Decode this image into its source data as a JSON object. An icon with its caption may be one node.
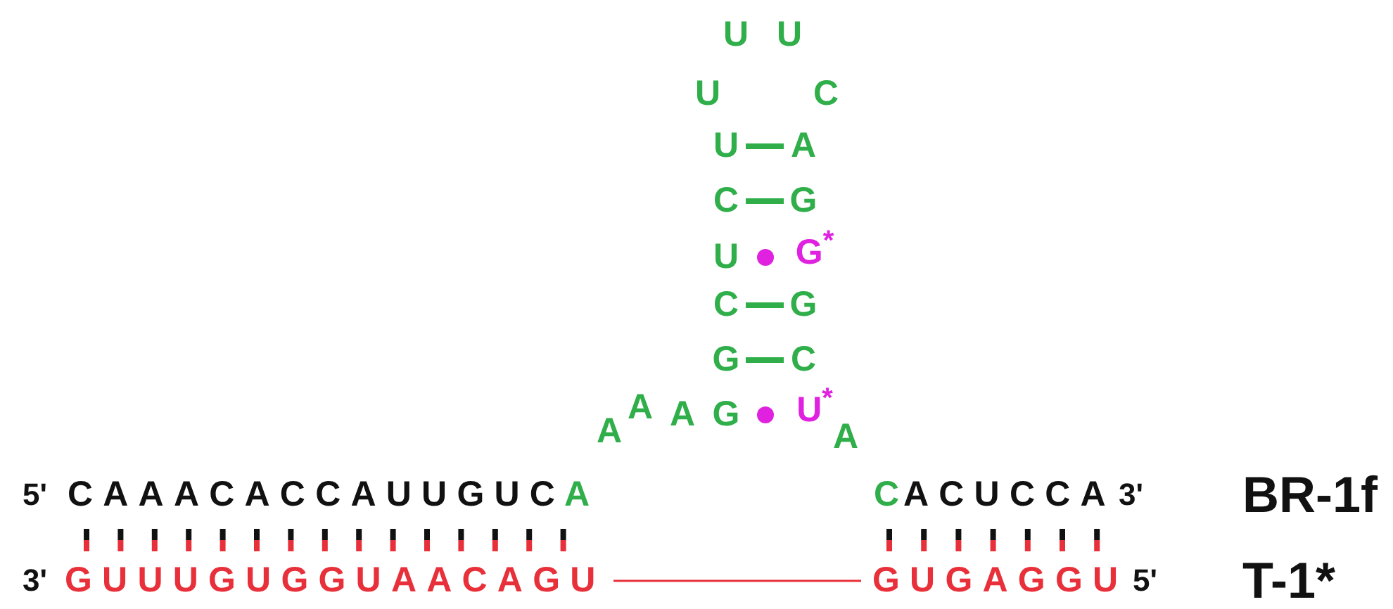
{
  "diagram": {
    "nodes": [
      {
        "text": [
          "GUUUGUGGUAACAGU"
        ]
      },
      {
        "text": [
          "GUGAGGU"
        ]
      }
    ],
    "edges": [
      {
        "from": 0,
        "to": 1,
        "arrow": "none",
        "color": "#e8303a"
      }
    ],
    "labels": [
      "U",
      "U",
      "U",
      "C",
      "U",
      "A",
      "C",
      "G",
      "U",
      "G$^{*}$",
      "C",
      "G",
      "G",
      "C",
      "A",
      "A",
      "G",
      "U$^{*}$",
      "A",
      "A",
      "5'",
      "CAAACACCAUUGUC",
      "A",
      "C",
      "ACUCCA",
      "3'",
      "BR-1f",
      "3'",
      "5'",
      "T-1*"
    ]
  }
}
